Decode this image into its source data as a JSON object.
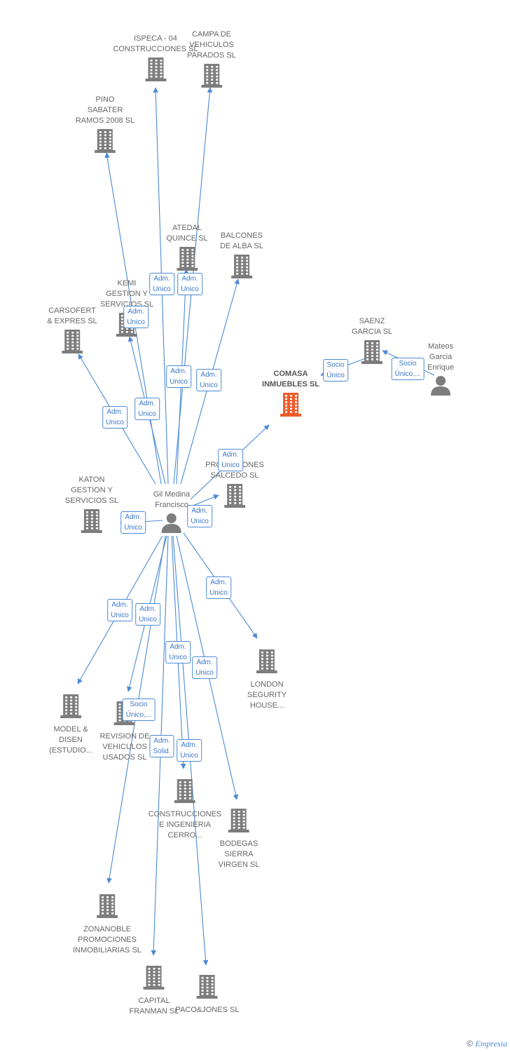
{
  "colors": {
    "edge": "#4a8ad6",
    "building": "#7d7d7d",
    "focus": "#f05a2a",
    "person": "#7d7d7d"
  },
  "nodes": [
    {
      "id": "ispeca",
      "kind": "company",
      "label": [
        "ISPECA -  04",
        "CONSTRUCCIONES SL"
      ]
    },
    {
      "id": "campa",
      "kind": "company",
      "label": [
        "CAMPA DE",
        "VEHICULOS",
        "PARADOS SL"
      ]
    },
    {
      "id": "pino",
      "kind": "company",
      "label": [
        "PINO",
        "SABATER",
        "RAMOS 2008 SL"
      ]
    },
    {
      "id": "atedal",
      "kind": "company",
      "label": [
        "ATEDAL",
        "QUINCE SL"
      ]
    },
    {
      "id": "balcones",
      "kind": "company",
      "label": [
        "BALCONES",
        "DE ALBA SL"
      ]
    },
    {
      "id": "kemi",
      "kind": "company",
      "label": [
        "KEMI",
        "GESTION Y",
        "SERVICIOS SL"
      ]
    },
    {
      "id": "carsofert",
      "kind": "company",
      "label": [
        "CARSOFERT",
        "& EXPRES SL"
      ]
    },
    {
      "id": "saenz",
      "kind": "company",
      "label": [
        "SAENZ",
        "GARCIA SL"
      ]
    },
    {
      "id": "mateos",
      "kind": "person",
      "label": [
        "Mateos",
        "Garcia",
        "Enrique"
      ]
    },
    {
      "id": "comasa",
      "kind": "focus",
      "label": [
        "COMASA",
        "INMUEBLES SL"
      ]
    },
    {
      "id": "promociones",
      "kind": "company",
      "label": [
        "PROMOCIONES",
        "SALCEDO SL"
      ]
    },
    {
      "id": "katon",
      "kind": "company",
      "label": [
        "KATON",
        "GESTION Y",
        "SERVICIOS SL"
      ]
    },
    {
      "id": "gil",
      "kind": "person",
      "label": [
        "Gil Medina",
        "Francisco"
      ]
    },
    {
      "id": "london",
      "kind": "company",
      "label": [
        "LONDON",
        "SEGURITY",
        "HOUSE..."
      ]
    },
    {
      "id": "model",
      "kind": "company",
      "label": [
        "MODEL &",
        "DISEN",
        "(ESTUDIO..."
      ]
    },
    {
      "id": "revision",
      "kind": "company",
      "label": [
        "REVISION DE",
        "VEHICULOS",
        "USADOS SL"
      ]
    },
    {
      "id": "construcciones",
      "kind": "company",
      "label": [
        "CONSTRUCCIONES",
        "E INGENIERIA",
        "CERRO..."
      ]
    },
    {
      "id": "bodegas",
      "kind": "company",
      "label": [
        "BODEGAS",
        "SIERRA",
        "VIRGEN SL"
      ]
    },
    {
      "id": "zonanoble",
      "kind": "company",
      "label": [
        "ZONANOBLE",
        "PROMOCIONES",
        "INMOBILIARIAS SL"
      ]
    },
    {
      "id": "capital",
      "kind": "company",
      "label": [
        "CAPITAL",
        "FRANMAN SL"
      ]
    },
    {
      "id": "pacojones",
      "kind": "company",
      "label": [
        "PACO&JONES SL"
      ]
    }
  ],
  "edges": [
    {
      "from": "gil",
      "to": "ispeca",
      "role": [
        "Adm.",
        "Unico"
      ]
    },
    {
      "from": "gil",
      "to": "campa",
      "role": [
        "Adm.",
        "Unico"
      ]
    },
    {
      "from": "gil",
      "to": "pino",
      "role": [
        "Adm.",
        "Unico"
      ]
    },
    {
      "from": "gil",
      "to": "atedal",
      "role": [
        "Adm.",
        "Unico"
      ]
    },
    {
      "from": "gil",
      "to": "balcones",
      "role": [
        "Adm.",
        "Unico"
      ]
    },
    {
      "from": "gil",
      "to": "kemi",
      "role": [
        "Adm.",
        "Unico"
      ]
    },
    {
      "from": "gil",
      "to": "carsofert",
      "role": [
        "Adm.",
        "Unico"
      ]
    },
    {
      "from": "gil",
      "to": "comasa",
      "role": [
        "Adm.",
        "Unico"
      ]
    },
    {
      "from": "gil",
      "to": "promociones",
      "role": [
        "Adm.",
        "Unico"
      ]
    },
    {
      "from": "gil",
      "to": "katon",
      "role": [
        "Adm.",
        "Unico"
      ]
    },
    {
      "from": "gil",
      "to": "london",
      "role": [
        "Adm.",
        "Unico"
      ]
    },
    {
      "from": "gil",
      "to": "model",
      "role": [
        "Adm.",
        "Unico"
      ]
    },
    {
      "from": "gil",
      "to": "revision",
      "role": [
        "Adm.",
        "Unico"
      ]
    },
    {
      "from": "gil",
      "to": "construcciones",
      "role": [
        "Adm.",
        "Unico"
      ]
    },
    {
      "from": "gil",
      "to": "bodegas",
      "role": [
        "Adm.",
        "Unico"
      ]
    },
    {
      "from": "gil",
      "to": "zonanoble",
      "role": [
        "Socio",
        "Único,..."
      ]
    },
    {
      "from": "gil",
      "to": "capital",
      "role": [
        "Adm.",
        "Solid."
      ]
    },
    {
      "from": "gil",
      "to": "pacojones",
      "role": [
        "Adm.",
        "Unico"
      ]
    },
    {
      "from": "saenz",
      "to": "comasa",
      "role": [
        "Socio",
        "Único"
      ]
    },
    {
      "from": "mateos",
      "to": "saenz",
      "role": [
        "Socio",
        "Único,..."
      ]
    }
  ],
  "footer": {
    "copyright": "©",
    "brand": "Empresia"
  }
}
